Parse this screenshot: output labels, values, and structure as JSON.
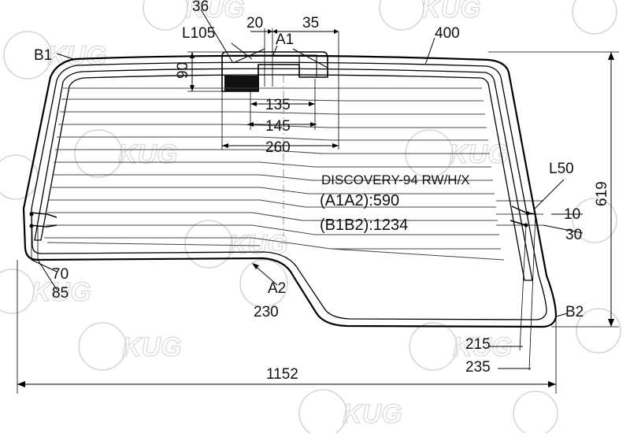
{
  "watermark": {
    "text": "KUG"
  },
  "model": {
    "name": "DISCOVERY-94 RW/H/X",
    "a1a2": "(A1A2):590",
    "b1b2": "(B1B2):1234"
  },
  "points": {
    "a1": "A1",
    "a2": "A2",
    "b1": "B1",
    "b2": "B2"
  },
  "dimensions": {
    "d36": "36",
    "d20": "20",
    "d35": "35",
    "l105": "L105",
    "d400": "400",
    "d90": "90",
    "d135": "135",
    "d145": "145",
    "d260": "260",
    "l50": "L50",
    "d10": "10",
    "d30": "30",
    "d619": "619",
    "d70": "70",
    "d85": "85",
    "d230": "230",
    "d215": "215",
    "d235": "235",
    "d1152": "1152"
  }
}
